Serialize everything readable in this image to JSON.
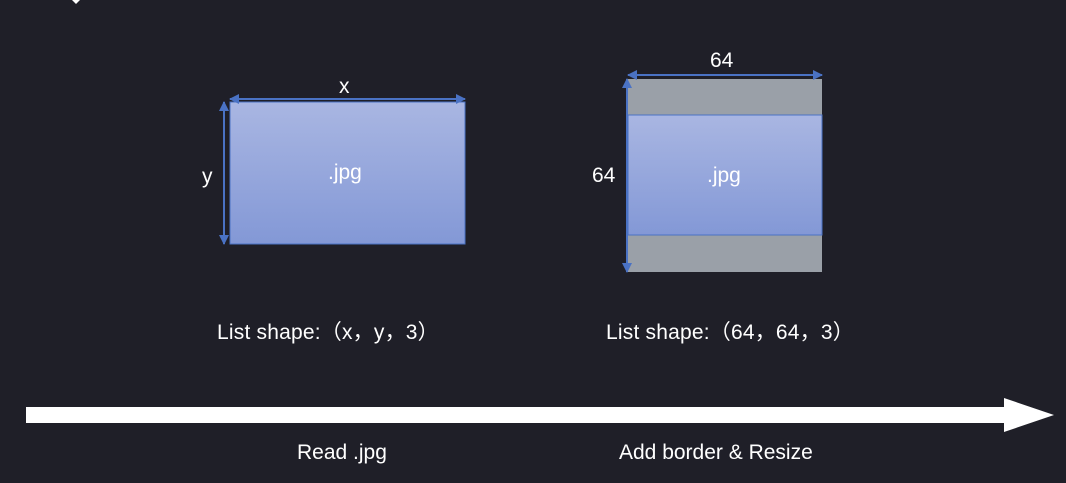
{
  "colors": {
    "background": "#1f1f28",
    "image_fill_top": "#a9b6e2",
    "image_fill_bottom": "#8398d6",
    "image_border": "#4a72c4",
    "padding_border": "#9aa0a8",
    "dimension_arrow": "#4a72c4",
    "timeline_arrow": "#ffffff",
    "text": "#ffffff"
  },
  "original": {
    "width_label": "x",
    "height_label": "y",
    "file_label": ".jpg",
    "shape_text": "List shape:（x，y，3）"
  },
  "resized": {
    "width_label": "64",
    "height_label": "64",
    "file_label": ".jpg",
    "shape_text": "List shape:（64，64，3）"
  },
  "steps": [
    {
      "label": "Read .jpg"
    },
    {
      "label": "Add border & Resize"
    }
  ]
}
